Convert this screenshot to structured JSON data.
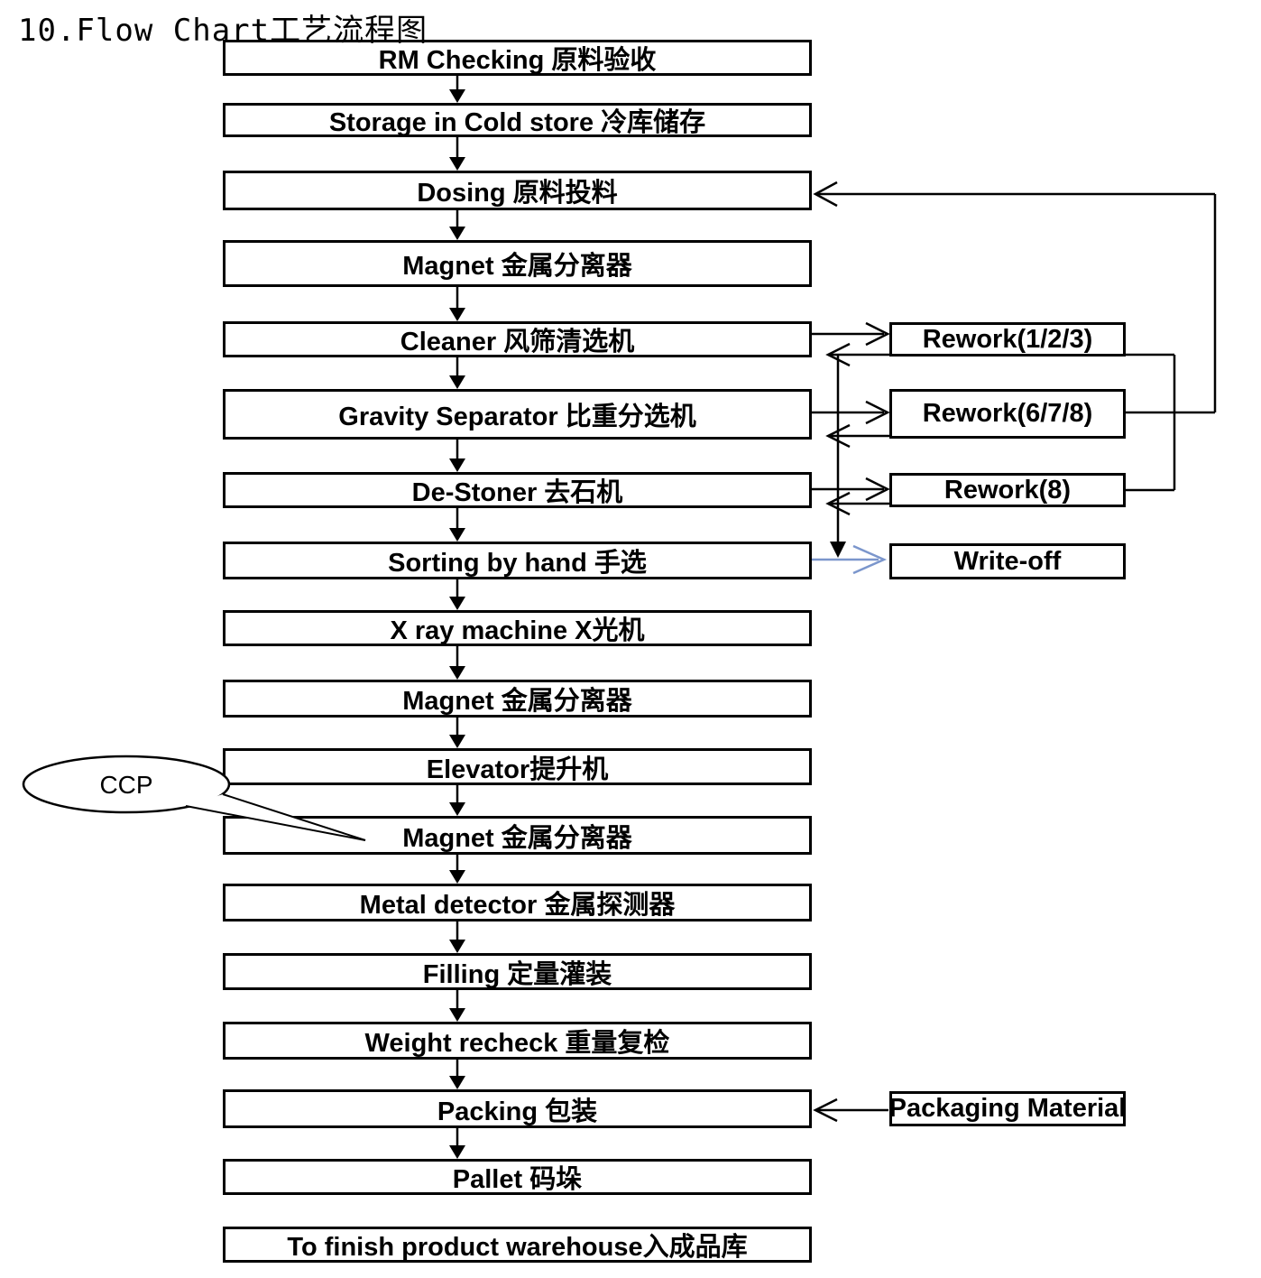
{
  "title": "10.Flow Chart工艺流程图",
  "flow": {
    "boxes": [
      "RM Checking 原料验收",
      "Storage in Cold store 冷库储存",
      "Dosing 原料投料",
      "Magnet 金属分离器",
      "Cleaner 风筛清选机",
      "Gravity Separator 比重分选机",
      "De-Stoner 去石机",
      "Sorting by hand 手选",
      "X ray machine X光机",
      "Magnet 金属分离器",
      "Elevator提升机",
      "Magnet 金属分离器",
      "Metal detector 金属探测器",
      "Filling 定量灌装",
      "Weight recheck 重量复检",
      "Packing 包装",
      "Pallet 码垛",
      "To finish product warehouse入成品库"
    ]
  },
  "rework": {
    "boxes": [
      "Rework(1/2/3)",
      "Rework(6/7/8)",
      "Rework(8)"
    ]
  },
  "write_off": "Write-off",
  "packaging_material": "Packaging Material",
  "ccp": "CCP",
  "colors": {
    "line": "#000000",
    "reject_arrow_blue": "#7b96cc"
  }
}
